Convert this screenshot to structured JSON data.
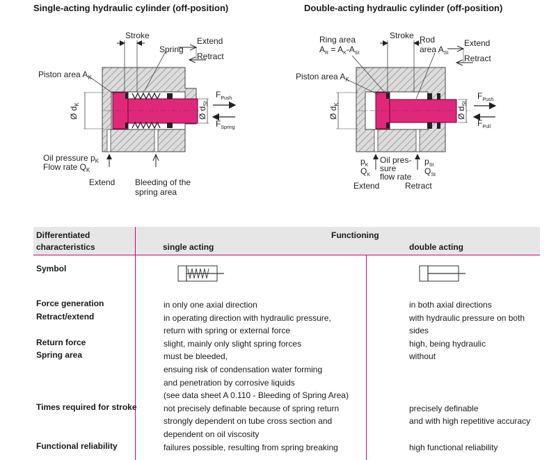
{
  "titles": {
    "left": "Single-acting hydraulic cylinder (off-position)",
    "right": "Double-acting hydraulic cylinder (off-position)"
  },
  "left_diagram": {
    "stroke": "Stroke",
    "extend": "Extend",
    "retract": "Retract",
    "spring": "Spring",
    "piston_area": "Piston area A",
    "piston_area_sub": "K",
    "dk": "Ø d",
    "dk_sub": "K",
    "ds": "Ø d",
    "ds_sub": "St",
    "f": "F",
    "f_push_sub": "Push",
    "f_spring_sub": "Spring",
    "oil_pressure": "Oil pressure p",
    "oil_pressure_sub": "K",
    "flow_rate": "Flow rate Q",
    "flow_rate_sub": "K",
    "bottom_extend": "Extend",
    "bleeding_1": "Bleeding of the",
    "bleeding_2": "spring area"
  },
  "right_diagram": {
    "ring_area": "Ring area",
    "ring_formula_a": "A",
    "ring_formula_a_sub": "R",
    "ring_formula_eq": " = A",
    "ring_formula_k_sub": "K",
    "ring_formula_minus": "-A",
    "ring_formula_st_sub": "St",
    "stroke": "Stroke",
    "rod": "Rod",
    "rod_area": "area A",
    "rod_area_sub": "St",
    "extend": "Extend",
    "retract": "Retract",
    "piston_area": "Piston area A",
    "piston_area_sub": "K",
    "dk": "Ø d",
    "dk_sub": "K",
    "ds": "Ø d",
    "ds_sub": "St",
    "f": "F",
    "f_push_sub": "Push",
    "f_pull_sub": "Pull",
    "pk": "p",
    "pk_sub": "K",
    "qk": "Q",
    "qk_sub": "K",
    "oil_1": "Oil pres-",
    "oil_2": "sure",
    "oil_3": "flow rate",
    "pst": "p",
    "pst_sub": "St",
    "qst": "Q",
    "qst_sub": "St",
    "bottom_extend": "Extend",
    "bottom_retract": "Retract"
  },
  "table": {
    "header": {
      "col1_line1": "Differentiated",
      "col1_line2": "characteristics",
      "functioning": "Functioning",
      "single": "single acting",
      "double": "double acting"
    },
    "symbol_label": "Symbol",
    "rows": [
      {
        "label": "Force generation",
        "single": [
          "in only one axial direction"
        ],
        "double": [
          "in both axial directions"
        ]
      },
      {
        "label": "Retract/extend",
        "single": [
          "in operating direction with hydraulic pressure,",
          "return with spring or external force"
        ],
        "double": [
          "with hydraulic pressure on both sides"
        ]
      },
      {
        "label": "Return force",
        "single": [
          "slight, mainly only slight spring forces"
        ],
        "double": [
          "high, being hydraulic"
        ]
      },
      {
        "label": "Spring area",
        "single": [
          "must be bleeded,",
          "ensuing risk of condensation water forming",
          "and penetration by corrosive liquids",
          "(see data sheet A 0.110 - Bleeding of Spring Area)"
        ],
        "double": [
          "without"
        ]
      },
      {
        "label": "Times required for stroke",
        "single": [
          "not precisely definable because of spring return",
          "strongly dependent on tube cross section and",
          "dependent on oil viscosity"
        ],
        "double": [
          "precisely definable",
          "and with high repetitive accuracy"
        ]
      },
      {
        "label": "Functional reliability",
        "single": [
          "failures possible, resulting from spring breaking"
        ],
        "double": [
          "high functional reliability"
        ]
      }
    ]
  },
  "colors": {
    "accent": "#d4006b",
    "piston": "#e0287a",
    "header_bg": "#e6e6e6",
    "hatch": "#8a8a8a"
  }
}
